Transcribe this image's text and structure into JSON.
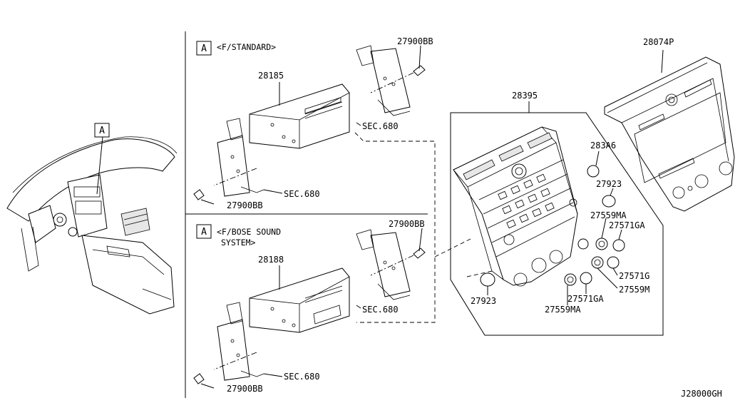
{
  "view_marker": {
    "letter": "A"
  },
  "variants": [
    {
      "letter": "A",
      "label_line1": "<F/STANDARD>",
      "label_line2": ""
    },
    {
      "letter": "A",
      "label_line1": "<F/BOSE SOUND",
      "label_line2": "SYSTEM>"
    }
  ],
  "parts": {
    "standard_unit": "28185",
    "bose_unit": "28188",
    "bracket_screw_std_top": "27900BB",
    "bracket_screw_std_bottom": "27900BB",
    "bracket_screw_bose_top": "27900BB",
    "bracket_screw_bose_bottom": "27900BB",
    "sec_std_right": "SEC.680",
    "sec_std_left": "SEC.680",
    "sec_bose_right": "SEC.680",
    "sec_bose_left": "SEC.680",
    "control_panel": "28395",
    "finisher": "28074P",
    "knob_283a6": "283A6",
    "knob_27923_top": "27923",
    "knob_27923_bottom": "27923",
    "knob_27559ma_top": "27559MA",
    "knob_27571ga_top": "27571GA",
    "knob_27571g": "27571G",
    "knob_27559m": "27559M",
    "knob_27571ga_bottom": "27571GA",
    "knob_27559ma_bottom": "27559MA"
  },
  "diagram_id": "J28000GH"
}
